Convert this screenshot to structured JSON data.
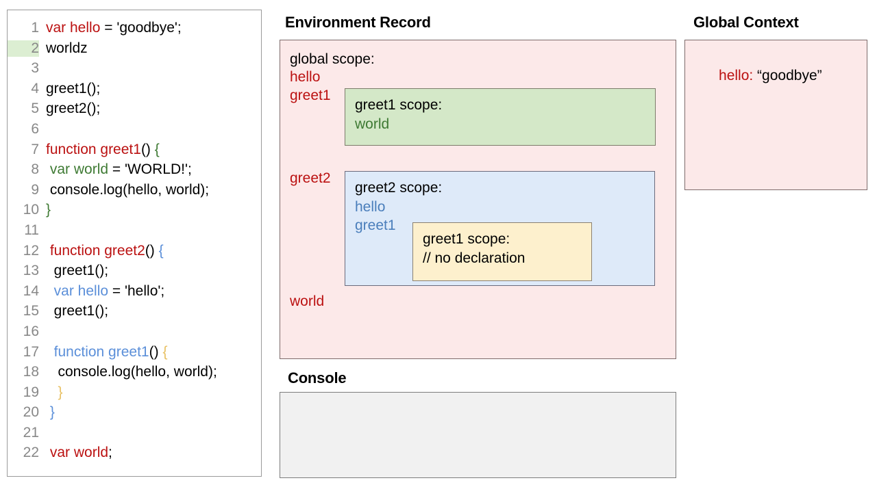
{
  "editor": {
    "name": "javascript-code-editor",
    "highlighted_line": 2,
    "lines": [
      {
        "num": "1",
        "tokens": [
          {
            "t": "var hello",
            "c": "red"
          },
          {
            "t": " = 'goodbye';",
            "c": "black"
          }
        ]
      },
      {
        "num": "2",
        "tokens": [
          {
            "t": "worldz",
            "c": "black"
          }
        ]
      },
      {
        "num": "3",
        "tokens": []
      },
      {
        "num": "4",
        "tokens": [
          {
            "t": "greet1();",
            "c": "black"
          }
        ]
      },
      {
        "num": "5",
        "tokens": [
          {
            "t": "greet2();",
            "c": "black"
          }
        ]
      },
      {
        "num": "6",
        "tokens": []
      },
      {
        "num": "7",
        "tokens": [
          {
            "t": "function greet1",
            "c": "red"
          },
          {
            "t": "() ",
            "c": "black"
          },
          {
            "t": "{",
            "c": "dgreen"
          }
        ]
      },
      {
        "num": "8",
        "tokens": [
          {
            "t": " ",
            "c": "black"
          },
          {
            "t": "var world",
            "c": "green"
          },
          {
            "t": " = 'WORLD!';",
            "c": "black"
          }
        ]
      },
      {
        "num": "9",
        "tokens": [
          {
            "t": " console.log(hello, world);",
            "c": "black"
          }
        ]
      },
      {
        "num": "10",
        "tokens": [
          {
            "t": "}",
            "c": "dgreen"
          }
        ]
      },
      {
        "num": "11",
        "tokens": []
      },
      {
        "num": "12",
        "tokens": [
          {
            "t": " ",
            "c": "black"
          },
          {
            "t": "function greet2",
            "c": "red"
          },
          {
            "t": "() ",
            "c": "black"
          },
          {
            "t": "{",
            "c": "blue"
          }
        ]
      },
      {
        "num": "13",
        "tokens": [
          {
            "t": "  greet1();",
            "c": "black"
          }
        ]
      },
      {
        "num": "14",
        "tokens": [
          {
            "t": "  ",
            "c": "black"
          },
          {
            "t": "var hello",
            "c": "blue"
          },
          {
            "t": " = 'hello';",
            "c": "black"
          }
        ]
      },
      {
        "num": "15",
        "tokens": [
          {
            "t": "  greet1();",
            "c": "black"
          }
        ]
      },
      {
        "num": "16",
        "tokens": []
      },
      {
        "num": "17",
        "tokens": [
          {
            "t": "  ",
            "c": "black"
          },
          {
            "t": "function greet1",
            "c": "blue"
          },
          {
            "t": "() ",
            "c": "black"
          },
          {
            "t": "{",
            "c": "amber"
          }
        ]
      },
      {
        "num": "18",
        "tokens": [
          {
            "t": "   console.log(hello, world);",
            "c": "black"
          }
        ]
      },
      {
        "num": "19",
        "tokens": [
          {
            "t": "   ",
            "c": "black"
          },
          {
            "t": "}",
            "c": "amber"
          }
        ]
      },
      {
        "num": "20",
        "tokens": [
          {
            "t": " ",
            "c": "black"
          },
          {
            "t": "}",
            "c": "blue"
          }
        ]
      },
      {
        "num": "21",
        "tokens": []
      },
      {
        "num": "22",
        "tokens": [
          {
            "t": " ",
            "c": "black"
          },
          {
            "t": "var world",
            "c": "red"
          },
          {
            "t": ";",
            "c": "black"
          }
        ]
      }
    ]
  },
  "environment_record": {
    "title": "Environment Record",
    "global_scope": {
      "heading": "global scope:",
      "bindings": [
        "hello",
        "greet1",
        "greet2",
        "world"
      ]
    },
    "greet1_scope": {
      "heading": "greet1 scope:",
      "bindings": [
        "world"
      ]
    },
    "greet2_scope": {
      "heading": "greet2 scope:",
      "bindings": [
        "hello",
        "greet1"
      ]
    },
    "inner_greet1_scope": {
      "heading": "greet1 scope:",
      "bindings": [
        "// no declaration"
      ]
    }
  },
  "console": {
    "title": "Console",
    "output": ""
  },
  "global_context": {
    "title": "Global Context",
    "entries": [
      {
        "key": "hello:",
        "value": " “goodbye”"
      }
    ]
  },
  "colors": {
    "red": "#bb1111",
    "green": "#3e7a33",
    "blue": "#4a7ebb",
    "amber": "#e8c164",
    "pink_fill": "#fce9e9",
    "green_fill": "#d4e8c8",
    "blue_fill": "#deeaf9",
    "yellow_fill": "#fdf0cd",
    "console_fill": "#f1f1f1",
    "line_number": "#888888",
    "highlight_line": "#dceed2"
  }
}
